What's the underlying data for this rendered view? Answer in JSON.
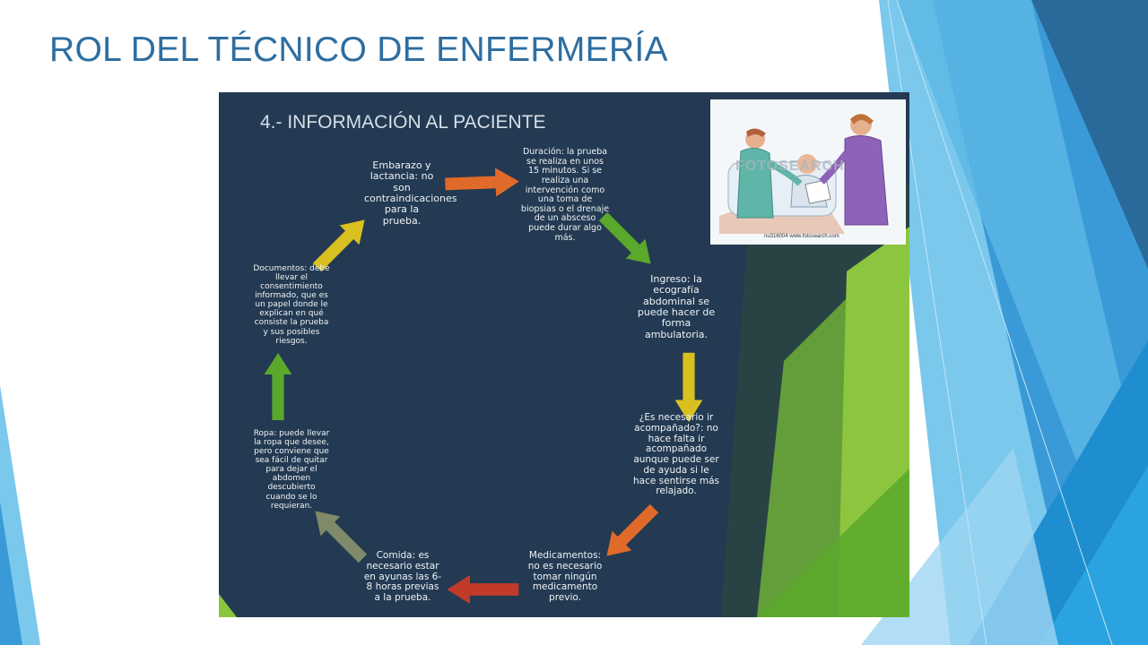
{
  "slide": {
    "title": "ROL DEL TÉCNICO DE ENFERMERÍA"
  },
  "panel": {
    "title": "4.- INFORMACIÓN AL PACIENTE"
  },
  "steps": [
    {
      "text": "Duración: la prueba se realiza en unos 15 minutos. Si se realiza una intervención como una toma de biopsias o el drenaje de un absceso puede durar algo más."
    },
    {
      "text": "Ingreso: la ecografía abdominal se puede hacer de forma ambulatoria."
    },
    {
      "text": "¿Es necesario ir acompañado?: no hace falta ir acompañado aunque puede ser de ayuda si le hace sentirse más relajado."
    },
    {
      "text": "Medicamentos: no es necesario tomar ningún medicamento previo."
    },
    {
      "text": "Comida: es necesario estar en ayunas las 6-8 horas previas a la prueba."
    },
    {
      "text": "Ropa: puede llevar la ropa que desee, pero conviene que sea fácil de quitar para dejar el abdomen descubierto cuando se lo requieran."
    },
    {
      "text": "Documentos: debe llevar el consentimiento informado, que es un papel donde le explican en qué consiste la prueba y sus posibles riesgos."
    },
    {
      "text": "Embarazo y lactancia: no son contraindicaciones para la prueba."
    }
  ],
  "photo": {
    "watermark": "FOTOSEARCH",
    "caption": "nu316004 www.fotosearch.com"
  },
  "colors": {
    "title": "#2e6ea0",
    "panel": "#233a52",
    "arrow_orange": "#e06a2a",
    "arrow_green": "#5aa82c",
    "arrow_yellow": "#d8c020",
    "arrow_red": "#c23a2a",
    "arrow_gray": "#7f8a6a",
    "accent_blue": "#2a8fd6",
    "accent_green": "#8cc63f"
  }
}
